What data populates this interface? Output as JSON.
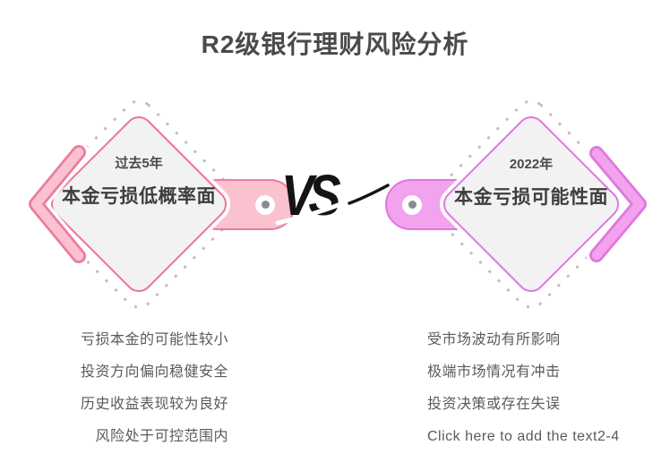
{
  "title": "R2级银行理财风险分析",
  "vs_label": "VS",
  "left": {
    "tag": "过去5年",
    "heading": "本金亏损低概率面",
    "points": [
      "亏损本金的可能性较小",
      "投资方向偏向稳健安全",
      "历史收益表现较为良好",
      "风险处于可控范围内"
    ]
  },
  "right": {
    "tag": "2022年",
    "heading": "本金亏损可能性面",
    "points": [
      "受市场波动有所影响",
      "极端市场情况有冲击",
      "投资决策或存在失误",
      "Click here to add the text2-4"
    ]
  },
  "colors": {
    "left_accent": "#F9C2CE",
    "left_outline": "#ED7BA0",
    "left_diamond_border": "#ED7598",
    "right_accent": "#F3A2ED",
    "right_outline": "#DF77DC",
    "right_diamond_border": "#DD7ADF",
    "diamond_fill": "#F3F2F3",
    "dots": "#BDBDBD",
    "title_color": "#4A4A4A",
    "body_color": "#5A5A5A",
    "heading_color": "#3E3E3E",
    "vs_color": "#141414"
  }
}
